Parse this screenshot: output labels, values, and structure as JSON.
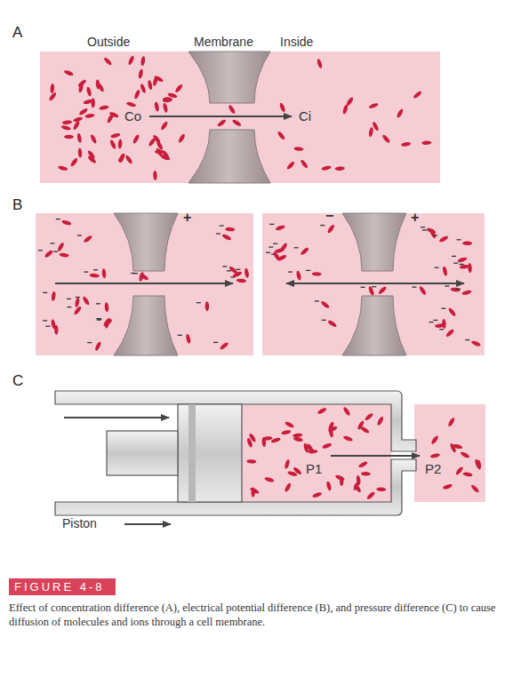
{
  "diagram": {
    "title": "FIGURE 4-8",
    "caption": "Effect of concentration difference (A), electrical potential difference (B), and pressure difference (C) to cause diffusion of molecules and ions through a cell membrane.",
    "labels": [
      "A",
      "Outside",
      "Membrane",
      "Inside",
      "Co",
      "Ci",
      "B",
      "+",
      "−",
      "+",
      "C",
      "Piston",
      "P1",
      "P2"
    ]
  }
}
